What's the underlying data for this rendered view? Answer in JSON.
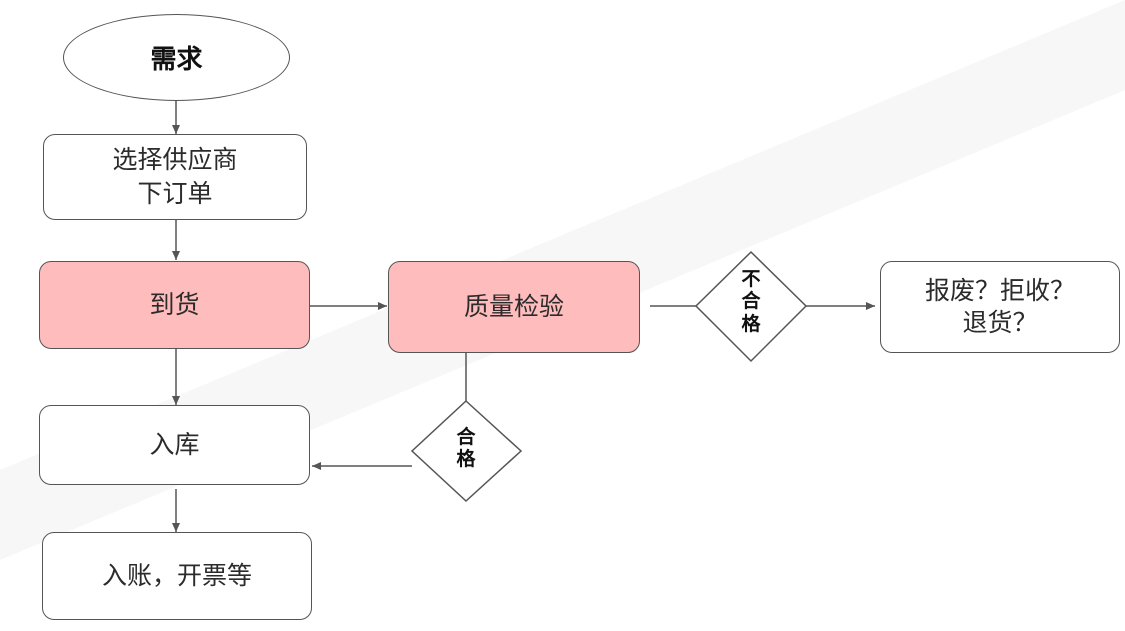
{
  "diagram": {
    "start": {
      "label": "需求"
    },
    "steps": {
      "choose_supplier": {
        "label": "选择供应商\n下订单"
      },
      "arrival": {
        "label": "到货",
        "highlight_color": "#ffbcbc"
      },
      "quality_inspection": {
        "label": "质量检验",
        "highlight_color": "#ffbcbc"
      },
      "warehousing": {
        "label": "入库"
      },
      "accounting": {
        "label": "入账，开票等"
      },
      "reject_actions": {
        "label": "报废？拒收？\n退货？"
      }
    },
    "decisions": {
      "fail": {
        "label": "不\n合\n格"
      },
      "pass": {
        "label": "合\n格"
      }
    }
  }
}
